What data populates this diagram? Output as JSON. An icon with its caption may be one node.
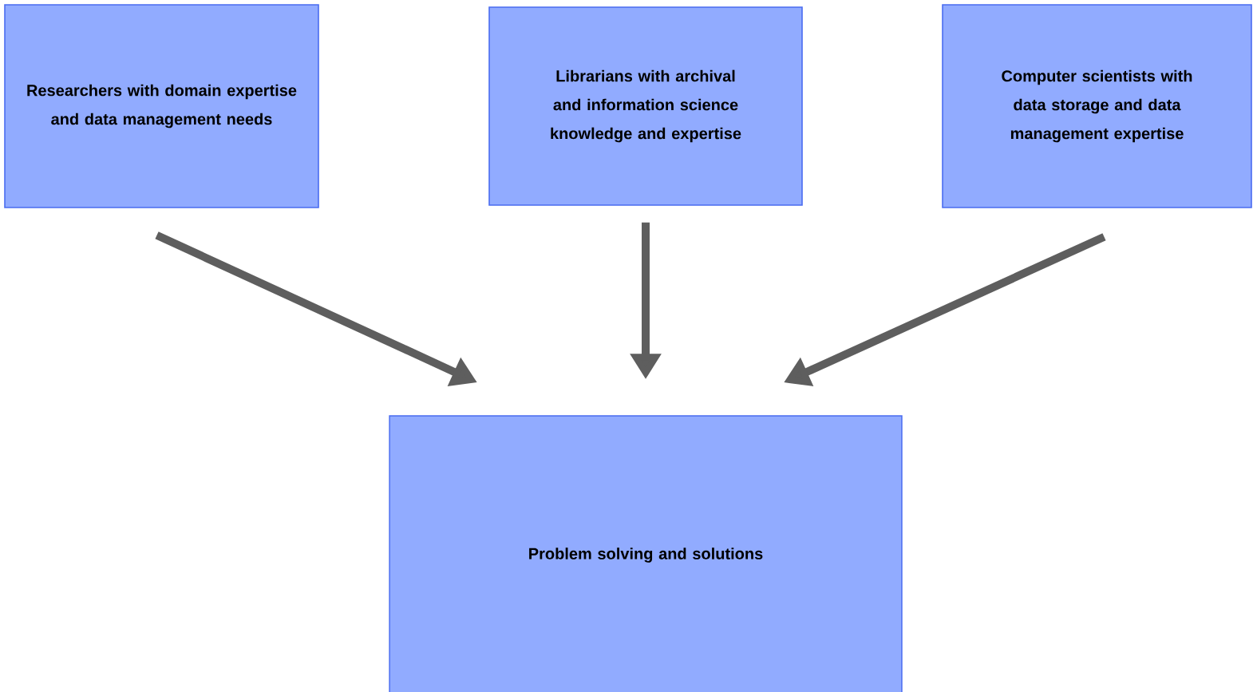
{
  "diagram": {
    "nodes": [
      {
        "text": [
          "Researchers with domain expertise and data management needs"
        ]
      },
      {
        "text": [
          "Librarians with archival and information science knowledge and expertise"
        ]
      },
      {
        "text": [
          "Computer scientists with data storage and data management expertise"
        ]
      },
      {
        "text": [
          "Problem solving and solutions"
        ]
      }
    ],
    "edges": [
      {
        "from": 0,
        "to": 3,
        "arrow": "to"
      },
      {
        "from": 1,
        "to": 3,
        "arrow": "to"
      },
      {
        "from": 2,
        "to": 3,
        "arrow": "to"
      }
    ]
  }
}
